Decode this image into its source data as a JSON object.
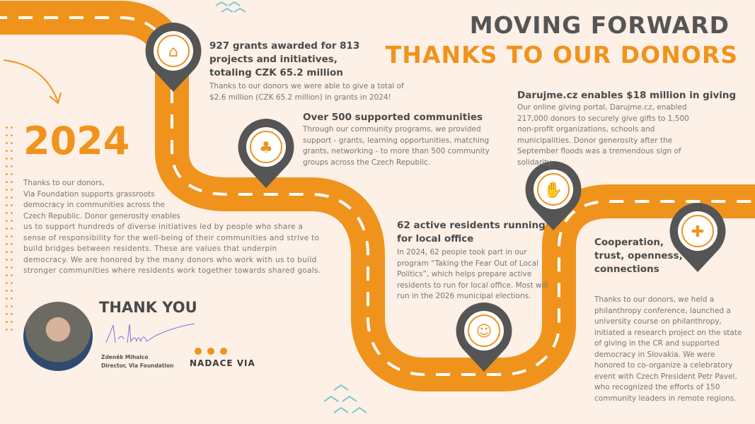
{
  "header": {
    "line1": "MOVING FORWARD",
    "line2": "THANKS TO OUR DONORS"
  },
  "year": "2024",
  "intro": {
    "lines": [
      "Thanks to our donors,",
      "Via Foundation supports grassroots",
      "democracy in communities across the",
      "Czech Republic. Donor generosity enables"
    ],
    "rest": "us to support hundreds of diverse initiatives led by people who share a sense of responsibility for the well-being of their communities and strive to build bridges between residents. These are values that underpin democracy. We are honored by the many donors who work with us to build stronger communities where residents work together towards shared goals."
  },
  "milestones": [
    {
      "title": "927 grants awarded for 813 projects and initiatives, totaling CZK 65.2 million",
      "text": "Thanks to our donors we were able to give a total of $2.6 million (CZK 65.2 million) in grants in 2024!",
      "icon": "houses-icon"
    },
    {
      "title": "Over 500 supported communities",
      "text": "Through our community programs, we provided support - grants, learning opportunities, matching grants, networking - to more than 500 community groups across the Czech Republic.",
      "icon": "community-tree-icon"
    },
    {
      "title": "62 active residents running for local office",
      "text": "In 2024, 62 people took part in our program “Taking the Fear Out of Local Politics”, which helps prepare active residents to run for local office. Most will run in the 2026 municipal elections.",
      "icon": "people-heart-icon"
    },
    {
      "title": "Darujme.cz enables $18 million in giving",
      "text": "Our online giving portal, Darujme.cz, enabled 217,000 donors to securely give gifts to 1,500 non-profit organizations, schools and municipalities. Donor generosity after the September floods was a tremendous sign of solidarity.",
      "icon": "giving-hand-icon"
    },
    {
      "title": "Cooperation, trust, openness, connections",
      "text": "Thanks to our donors, we held a philanthropy conference, launched a university course on philanthropy, initiated a research project on the state of giving in the CR and supported democracy in Slovakia. We were honored to co-organize a celebratory event with Czech President Petr Pavel, who recognized the efforts of 150 community leaders in remote regions.",
      "icon": "cooperation-plus-icon"
    }
  ],
  "thanks": {
    "title": "THANK YOU",
    "name": "Zdeněk Mihalco",
    "role": "Director, Via Foundation"
  },
  "logo": "NADACE VIA",
  "colors": {
    "accent": "#F0931D",
    "pin": "#555555",
    "bg": "#FDF0E6"
  }
}
